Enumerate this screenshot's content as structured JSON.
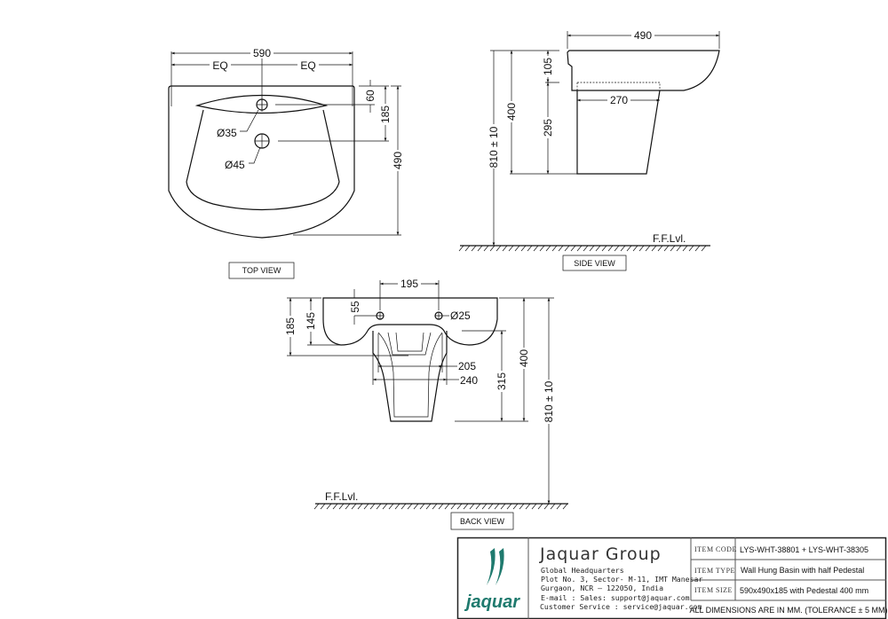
{
  "top_view": {
    "label": "TOP VIEW",
    "dims": {
      "width": "590",
      "eq_left": "EQ",
      "eq_right": "EQ",
      "d60": "60",
      "d185": "185",
      "d490": "490",
      "tap_hole": "Ø35",
      "waste_hole": "Ø45"
    }
  },
  "side_view": {
    "label": "SIDE VIEW",
    "floor": "F.F.Lvl.",
    "dims": {
      "depth": "490",
      "pedestal_depth": "270",
      "d105": "105",
      "d295": "295",
      "d400": "400",
      "height": "810 ± 10"
    }
  },
  "back_view": {
    "label": "BACK VIEW",
    "floor": "F.F.Lvl.",
    "dims": {
      "d195": "195",
      "d55": "55",
      "d145": "145",
      "d185": "185",
      "fix_hole": "Ø25",
      "d205": "205",
      "d240": "240",
      "d315": "315",
      "d400": "400",
      "height": "810 ± 10"
    }
  },
  "title_block": {
    "logo_text": "jaquar",
    "company": "Jaquar Group",
    "address": [
      "Global Headquarters",
      "Plot No. 3, Sector- M-11, IMT Manesar",
      "Gurgaon, NCR — 122050, India",
      "E-mail : Sales: support@jaquar.com",
      "Customer Service : service@jaquar.com"
    ],
    "rows": [
      {
        "label": "ITEM CODE",
        "value": "LYS-WHT-38801 + LYS-WHT-38305"
      },
      {
        "label": "ITEM TYPE",
        "value": "Wall Hung Basin with half Pedestal"
      },
      {
        "label": "ITEM SIZE",
        "value": "590x490x185 with Pedestal 400 mm"
      }
    ],
    "note": "ALL DIMENSIONS ARE IN MM. (TOLERANCE ± 5 MM)",
    "brand_color": "#1f7a6e"
  }
}
